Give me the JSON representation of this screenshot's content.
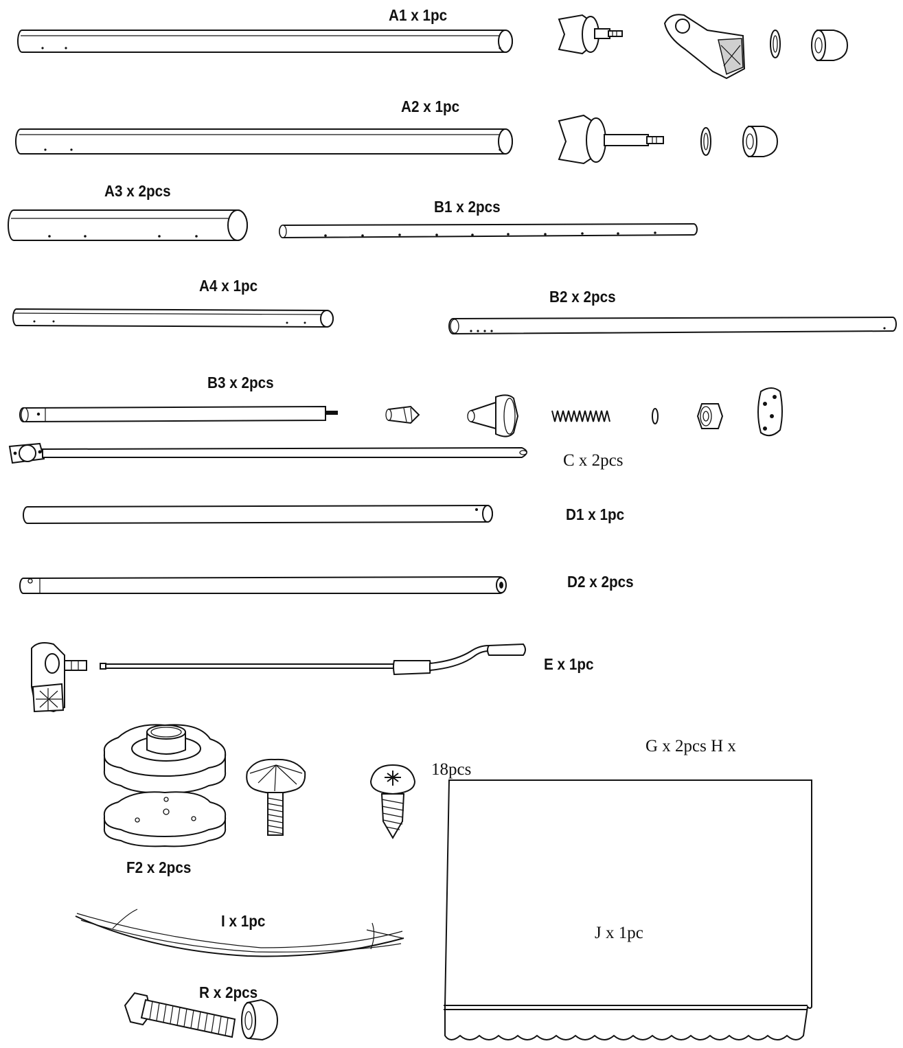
{
  "labels": {
    "a1": "A1 x 1pc",
    "a2": "A2 x 1pc",
    "a3": "A3 x 2pcs",
    "b1": "B1 x 2pcs",
    "a4": "A4 x 1pc",
    "b2": "B2 x 2pcs",
    "b3": "B3 x 2pcs",
    "c": "C x 2pcs",
    "d1": "D1 x 1pc",
    "d2": "D2 x 2pcs",
    "e": "E x 1pc",
    "gh": "G x 2pcs  H x",
    "h_count": "18pcs",
    "f2": "F2 x 2pcs",
    "i": "I x 1pc",
    "j": "J x 1pc",
    "r": "R x 2pcs"
  }
}
